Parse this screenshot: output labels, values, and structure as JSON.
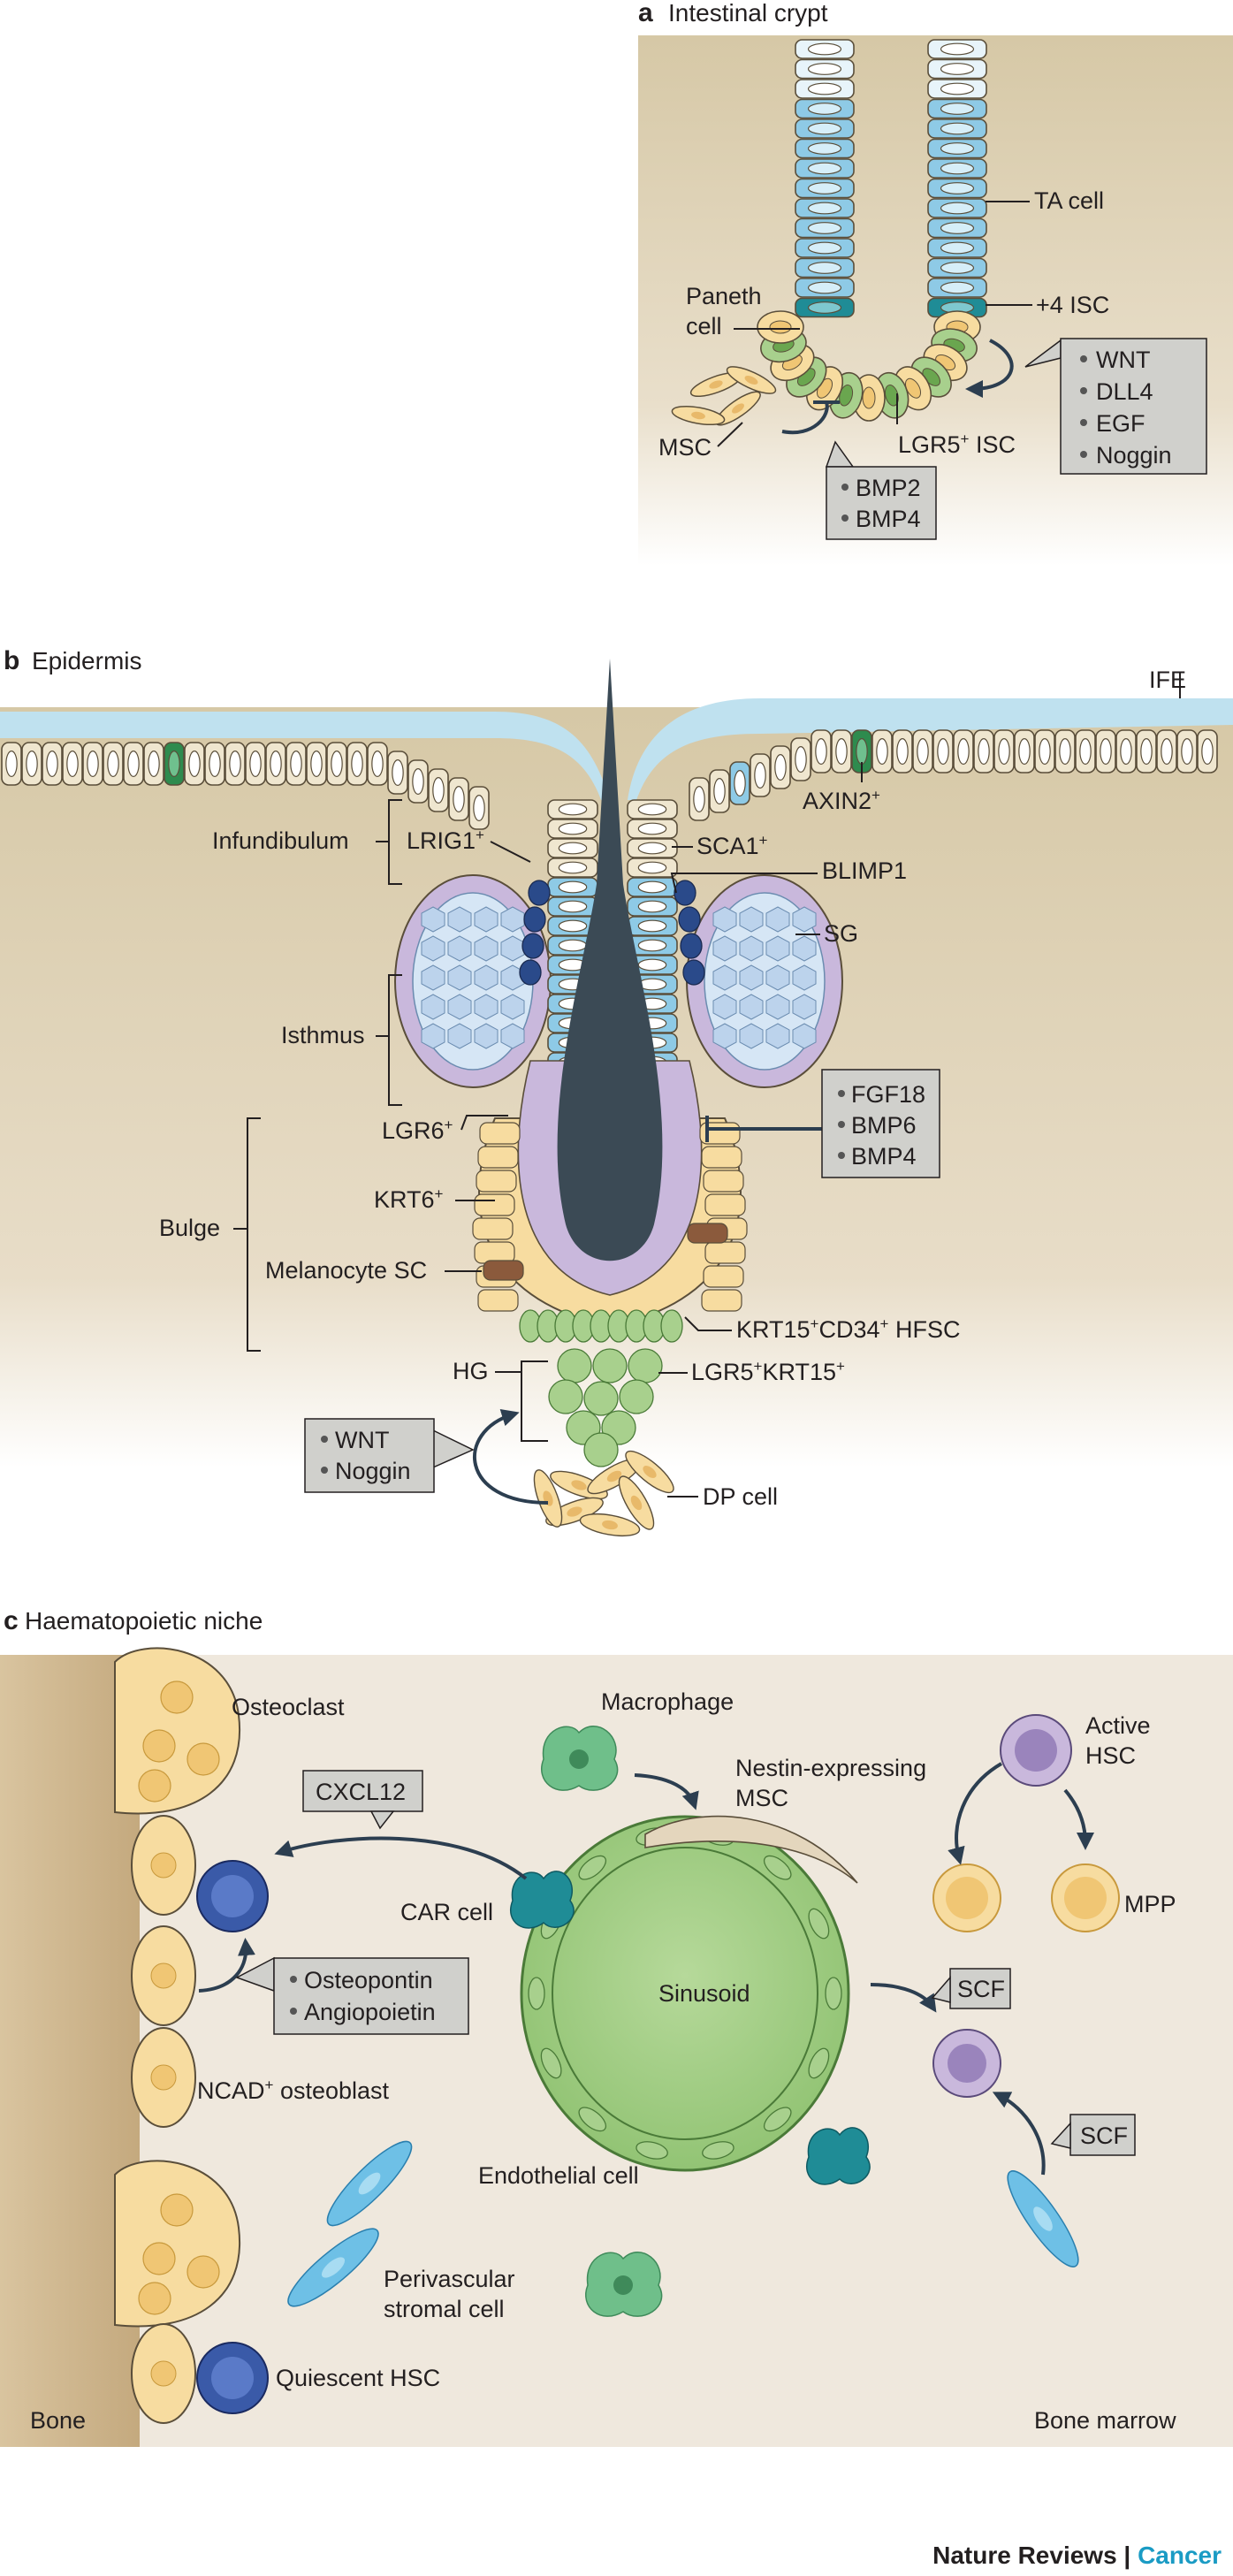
{
  "colors": {
    "tissue": "#d8c9a7",
    "marrow": "#efe8dd",
    "bone": "#cdb590",
    "fluid": "#bfe1ef",
    "lumen": "#3b4a55",
    "blue_cell": "#8ecae6",
    "green_cell": "#a8d08d",
    "yellow_cell": "#f7dca0",
    "purple_cell": "#c9b8dc",
    "teal_cell": "#1f8c96",
    "dark_green": "#2e8b4e",
    "box": "#d0d0cc"
  },
  "panel_a": {
    "letter": "a",
    "title": "Intestinal crypt",
    "labels": {
      "ta_cell": "TA cell",
      "isc4": "+4 ISC",
      "paneth_1": "Paneth",
      "paneth_2": "cell",
      "msc": "MSC",
      "lgr5": "LGR5",
      "lgr5_sup": "+",
      "lgr5_suffix": " ISC"
    },
    "box_right": [
      "WNT",
      "DLL4",
      "EGF",
      "Noggin"
    ],
    "box_bottom": [
      "BMP2",
      "BMP4"
    ]
  },
  "panel_b": {
    "letter": "b",
    "title": "Epidermis",
    "labels": {
      "ife": "IFE",
      "axin2": "AXIN2",
      "infundibulum": "Infundibulum",
      "lrig1": "LRIG1",
      "sca1": "SCA1",
      "blimp1": "BLIMP1",
      "sg": "SG",
      "isthmus": "Isthmus",
      "lgr6": "LGR6",
      "bulge": "Bulge",
      "krt6": "KRT6",
      "melanocyte_sc": "Melanocyte SC",
      "krt15_a": "KRT15",
      "krt15_b": "CD34",
      "krt15_c": " HFSC",
      "hg": "HG",
      "lgr5_a": "LGR5",
      "lgr5_b": "KRT15",
      "dp_cell": "DP cell",
      "sup": "+"
    },
    "box_right": [
      "FGF18",
      "BMP6",
      "BMP4"
    ],
    "box_left": [
      "WNT",
      "Noggin"
    ]
  },
  "panel_c": {
    "letter": "c",
    "title": "Haematopoietic niche",
    "labels": {
      "osteoclast": "Osteoclast",
      "macrophage": "Macrophage",
      "active_hsc_1": "Active",
      "active_hsc_2": "HSC",
      "nestin_1": "Nestin-expressing",
      "nestin_2": "MSC",
      "car_cell": "CAR cell",
      "mpp": "MPP",
      "sinusoid": "Sinusoid",
      "ncad": "NCAD",
      "ncad_suffix": " osteoblast",
      "sup": "+",
      "endothelial": "Endothelial cell",
      "perivascular_1": "Perivascular",
      "perivascular_2": "stromal cell",
      "quiescent": "Quiescent HSC",
      "bone": "Bone",
      "bone_marrow": "Bone marrow"
    },
    "box_cxcl12": "CXCL12",
    "box_osteo": [
      "Osteopontin",
      "Angiopoietin"
    ],
    "box_scf_1": "SCF",
    "box_scf_2": "SCF"
  },
  "footer": {
    "journal": "Nature Reviews",
    "separator": " | ",
    "section": "Cancer"
  }
}
